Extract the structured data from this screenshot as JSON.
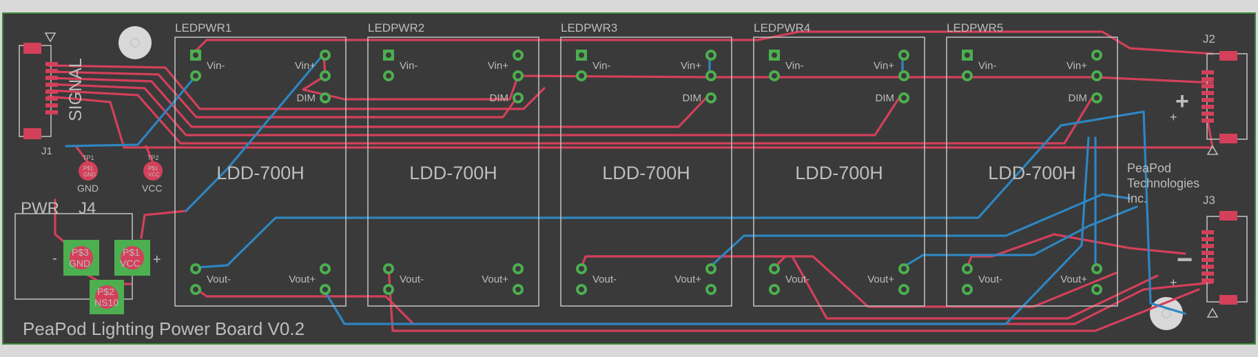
{
  "board": {
    "title": "PeaPod Lighting Power Board V0.2",
    "company": [
      "PeaPod",
      "Technologies",
      "Inc."
    ],
    "colors": {
      "background": "#3a3a3a",
      "silk": "#bdbdbd",
      "top_copper": "#d4405a",
      "bottom_copper": "#2e86c1",
      "pad": "#4caf50"
    }
  },
  "drivers": [
    {
      "ref": "LEDPWR1",
      "model": "LDD-700H",
      "pin_vin_minus": "Vin-",
      "pin_vin_plus": "Vin+",
      "pin_dim": "DIM",
      "pin_vout_minus": "Vout-",
      "pin_vout_plus": "Vout+"
    },
    {
      "ref": "LEDPWR2",
      "model": "LDD-700H",
      "pin_vin_minus": "Vin-",
      "pin_vin_plus": "Vin+",
      "pin_dim": "DIM",
      "pin_vout_minus": "Vout-",
      "pin_vout_plus": "Vout+"
    },
    {
      "ref": "LEDPWR3",
      "model": "LDD-700H",
      "pin_vin_minus": "Vin-",
      "pin_vin_plus": "Vin+",
      "pin_dim": "DIM",
      "pin_vout_minus": "Vout-",
      "pin_vout_plus": "Vout+"
    },
    {
      "ref": "LEDPWR4",
      "model": "LDD-700H",
      "pin_vin_minus": "Vin-",
      "pin_vin_plus": "Vin+",
      "pin_dim": "DIM",
      "pin_vout_minus": "Vout-",
      "pin_vout_plus": "Vout+"
    },
    {
      "ref": "LEDPWR5",
      "model": "LDD-700H",
      "pin_vin_minus": "Vin-",
      "pin_vin_plus": "Vin+",
      "pin_dim": "DIM",
      "pin_vout_minus": "Vout-",
      "pin_vout_plus": "Vout+"
    }
  ],
  "connectors": {
    "signal": {
      "ref": "J1",
      "label": "SIGNAL"
    },
    "j2": {
      "ref": "J2"
    },
    "j3": {
      "ref": "J3"
    },
    "pwr": {
      "ref": "J4",
      "label": "PWR",
      "pad_gnd": "P$3",
      "pad_gnd_label": "GND",
      "pad_vcc": "P$1",
      "pad_vcc_label": "VCC",
      "pad_nc": "P$2",
      "pad_nc_label": "NS10",
      "minus": "-",
      "plus": "+"
    }
  },
  "test_points": [
    {
      "ref": "TP1",
      "pad": "P$1",
      "pad_net": "GND",
      "net": "GND"
    },
    {
      "ref": "TP2",
      "pad": "P$1",
      "pad_net": "VCC",
      "net": "VCC"
    }
  ],
  "polarity": {
    "plus": "+",
    "minus": "-",
    "big_plus": "+",
    "big_minus": "−"
  }
}
